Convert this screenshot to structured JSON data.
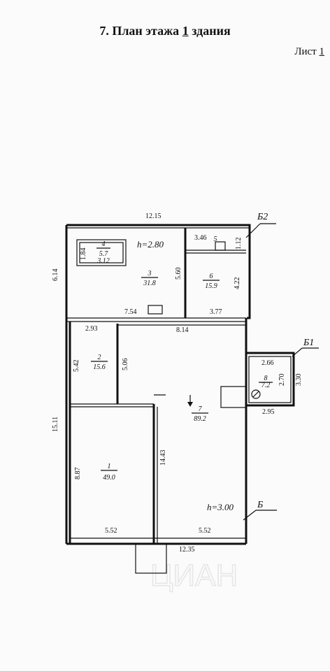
{
  "title": {
    "prefix": "7. План этажа ",
    "floor": "1",
    "suffix": "  здания"
  },
  "sheet": {
    "label": "Лист ",
    "number": "1"
  },
  "heights": {
    "upper": "h=2.80",
    "lower": "h=3.00"
  },
  "axes": {
    "b2": "Б2",
    "b1": "Б1",
    "b": "Б"
  },
  "watermark": "ЦИАН",
  "dimensions": {
    "top_width": "12.15",
    "left_height_top": "6.14",
    "left_height_total": "15.11",
    "room4_h": "1.84",
    "room3_upper": "3.46",
    "room5_h": "1.12",
    "room3_height": "5.60",
    "room6_h": "4.22",
    "room3_bottom": "7.54",
    "room6_bottom": "3.77",
    "corridor": "8.14",
    "room2_top": "2.93",
    "room2_h": "5.42",
    "room7_upper_h": "5.06",
    "room8_top": "2.66",
    "room8_h": "2.70",
    "room8_outer": "3.30",
    "room8_bottom": "2.95",
    "room1_h": "8.87",
    "room7_h": "14.43",
    "room1_bottom": "5.52",
    "room7_bottom": "5.52",
    "bottom_width": "12.35"
  },
  "rooms": [
    {
      "num": "1",
      "area": "49.0"
    },
    {
      "num": "2",
      "area": "15.6"
    },
    {
      "num": "3",
      "area": "31.8"
    },
    {
      "num": "4",
      "area": "5.7",
      "extra": "3.12"
    },
    {
      "num": "5"
    },
    {
      "num": "6",
      "area": "15.9"
    },
    {
      "num": "7",
      "area": "89.2"
    },
    {
      "num": "8",
      "area": "7.2"
    }
  ]
}
